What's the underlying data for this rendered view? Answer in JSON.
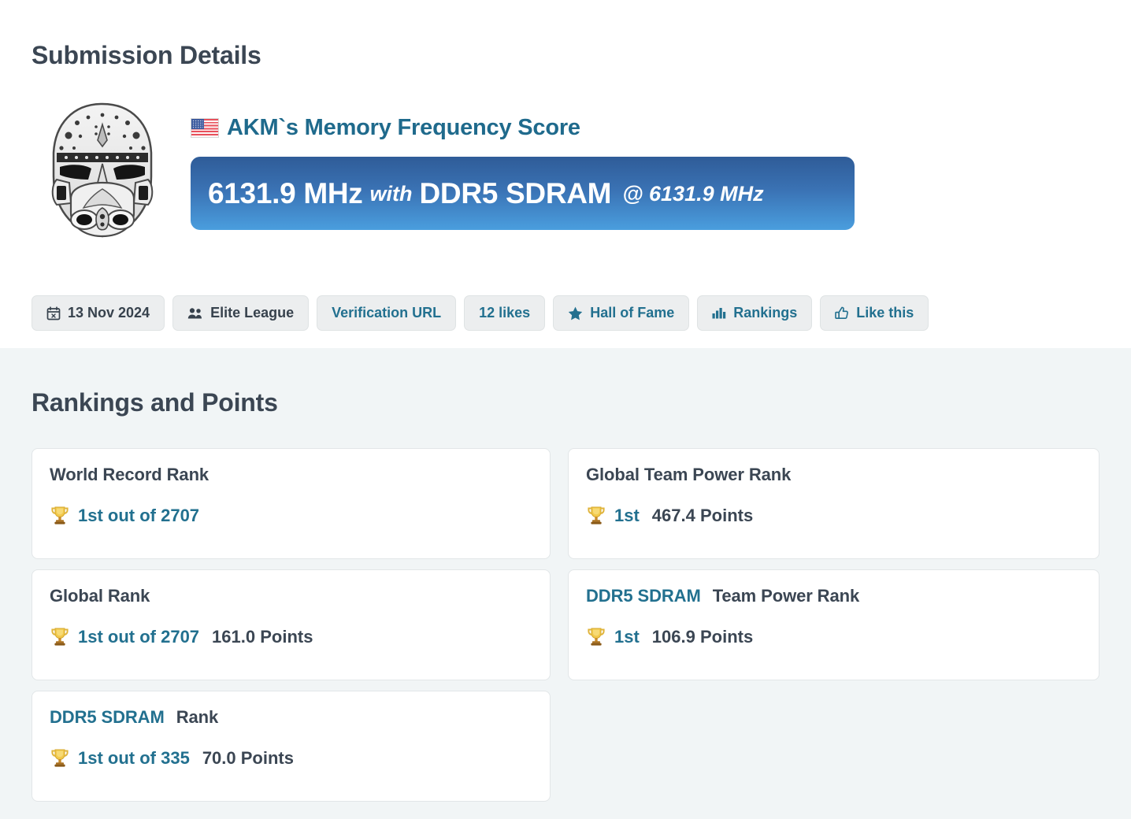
{
  "page": {
    "title": "Submission Details",
    "rankings_section_title": "Rankings and Points"
  },
  "submission": {
    "avatar_icon": "stormtrooper-helmet-avatar",
    "flag_icon": "us-flag-icon",
    "score_title": "AKM`s Memory Frequency Score",
    "banner": {
      "score_value": "6131.9 MHz",
      "connector": "with",
      "hardware": "DDR5 SDRAM",
      "clock": "@ 6131.9 MHz",
      "gradient_top": "#2f5c98",
      "gradient_bottom": "#4a9ede"
    }
  },
  "badges": [
    {
      "label": "13 Nov 2024",
      "icon": "calendar-icon",
      "style": "dark"
    },
    {
      "label": "Elite League",
      "icon": "users-icon",
      "style": "dark"
    },
    {
      "label": "Verification URL",
      "icon": "none",
      "style": "link"
    },
    {
      "label": "12 likes",
      "icon": "none",
      "style": "link"
    },
    {
      "label": "Hall of Fame",
      "icon": "star-icon",
      "style": "link"
    },
    {
      "label": "Rankings",
      "icon": "bar-chart-icon",
      "style": "link"
    },
    {
      "label": "Like this",
      "icon": "thumbs-up-icon",
      "style": "link"
    }
  ],
  "rank_cards": {
    "left": [
      {
        "hardware_prefix": "",
        "title": "World Record Rank",
        "trophy_icon": "trophy-icon",
        "rank": "1st out of 2707",
        "points": ""
      },
      {
        "hardware_prefix": "",
        "title": "Global Rank",
        "trophy_icon": "trophy-icon",
        "rank": "1st out of 2707",
        "points": "161.0 Points"
      },
      {
        "hardware_prefix": "DDR5 SDRAM",
        "title": "Rank",
        "trophy_icon": "trophy-icon",
        "rank": "1st out of 335",
        "points": "70.0 Points"
      }
    ],
    "right": [
      {
        "hardware_prefix": "",
        "title": "Global Team Power Rank",
        "trophy_icon": "trophy-icon",
        "rank": "1st",
        "points": "467.4 Points"
      },
      {
        "hardware_prefix": "DDR5 SDRAM",
        "title": "Team Power Rank",
        "trophy_icon": "trophy-icon",
        "rank": "1st",
        "points": "106.9 Points"
      }
    ]
  },
  "colors": {
    "link": "#22708f",
    "heading": "#3b4653",
    "section_bg": "#f1f5f6",
    "badge_bg": "#eceeef"
  }
}
